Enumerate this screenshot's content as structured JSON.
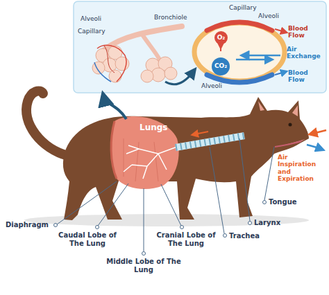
{
  "diagram": {
    "nodes": [
      {
        "text": [
          "O₂"
        ]
      },
      {
        "text": [
          "CO₂"
        ]
      }
    ],
    "labels": [
      "Alveoli",
      "Capillary",
      "Bronchiole",
      "Capillary",
      "Alveoli",
      "Blood Flow",
      "Air Exchange",
      "Blood Flow",
      "Alveoli",
      "Lungs",
      "Air Inspiration and Expiration",
      "Tongue",
      "Larynx",
      "Trachea",
      "Diaphragm",
      "Caudal Lobe of The Lung",
      "Middle Lobe of The Lung",
      "Cranial Lobe of The Lung"
    ]
  }
}
